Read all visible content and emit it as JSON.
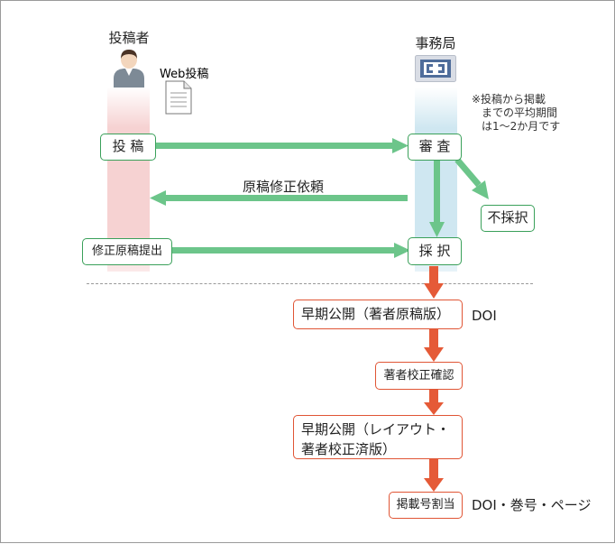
{
  "actors": {
    "author": "投稿者",
    "office": "事務局"
  },
  "web_submission_label": "Web投稿",
  "note_lines": [
    "※投稿から掲載",
    "までの平均期間",
    "は1〜2か月です"
  ],
  "boxes": {
    "submit": "投 稿",
    "review": "審 査",
    "reject": "不採択",
    "revised_submit": "修正原稿提出",
    "accept": "採 択",
    "early_pub_author": "早期公開（著者原稿版）",
    "author_proof": "著者校正確認",
    "early_pub_layout_line1": "早期公開（レイアウト・",
    "early_pub_layout_line2": "著者校正済版）",
    "assign": "掲載号割当"
  },
  "arrow_labels": {
    "revision_request": "原稿修正依頼"
  },
  "side_labels": {
    "doi": "DOI",
    "doi_issue_page": "DOI・巻号・ページ"
  },
  "colors": {
    "green_arrow": "#6cc58a",
    "green_border": "#3aa05a",
    "orange": "#e55a37",
    "lane_pink": "#f6d2d2",
    "lane_blue": "#cfe7f1"
  },
  "icons": [
    "person-icon",
    "document-icon",
    "office-logo-icon"
  ]
}
